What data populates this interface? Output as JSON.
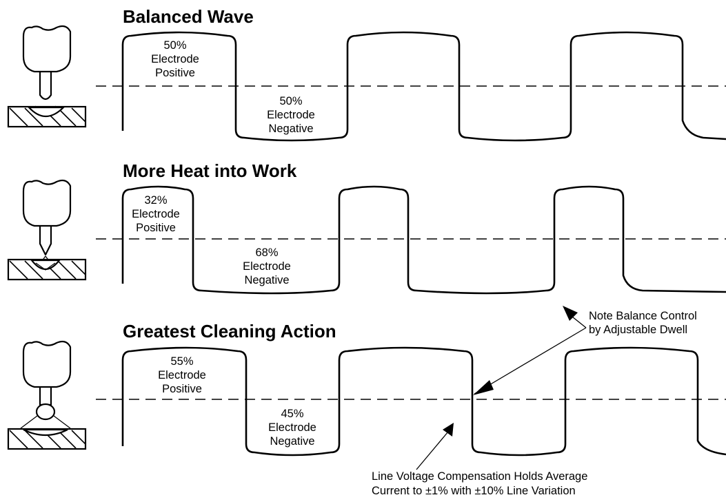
{
  "panels": [
    {
      "title": "Balanced Wave",
      "positive": {
        "percent": "50%",
        "line1": "Electrode",
        "line2": "Positive"
      },
      "negative": {
        "percent": "50%",
        "line1": "Electrode",
        "line2": "Negative"
      }
    },
    {
      "title": "More Heat into Work",
      "positive": {
        "percent": "32%",
        "line1": "Electrode",
        "line2": "Positive"
      },
      "negative": {
        "percent": "68%",
        "line1": "Electrode",
        "line2": "Negative"
      }
    },
    {
      "title": "Greatest Cleaning Action",
      "positive": {
        "percent": "55%",
        "line1": "Electrode",
        "line2": "Positive"
      },
      "negative": {
        "percent": "45%",
        "line1": "Electrode",
        "line2": "Negative"
      }
    }
  ],
  "notes": {
    "balance": {
      "line1": "Note Balance Control",
      "line2": "by Adjustable Dwell"
    },
    "compensation": {
      "line1": "Line Voltage Compensation Holds Average",
      "line2": "Current to ±1% with ±10% Line Variation"
    }
  },
  "icons": [
    "torch-icon",
    "torch-icon",
    "torch-icon"
  ],
  "colors": {
    "ink": "#000000",
    "paper": "#ffffff"
  }
}
